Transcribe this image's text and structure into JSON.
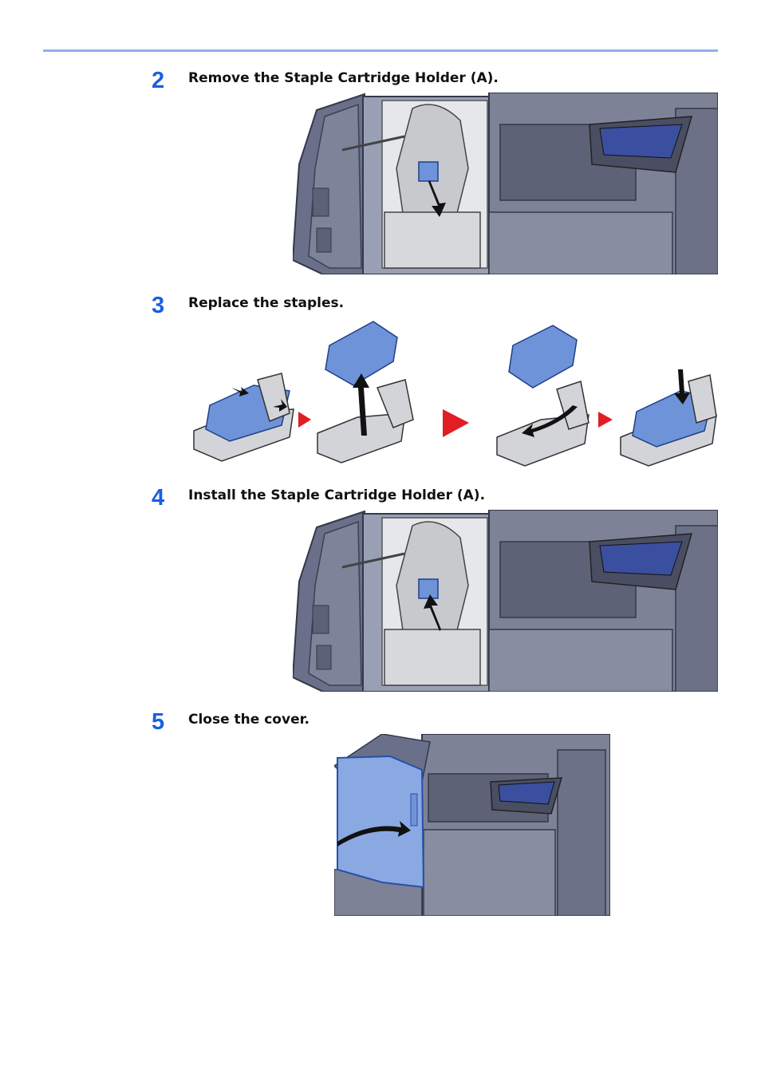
{
  "steps": [
    {
      "number": "2",
      "text": "Remove the Staple Cartridge Holder (A)."
    },
    {
      "number": "3",
      "text": "Replace the staples."
    },
    {
      "number": "4",
      "text": "Install the Staple Cartridge Holder (A)."
    },
    {
      "number": "5",
      "text": "Close the cover."
    }
  ],
  "colors": {
    "accent": "#1a5fe0",
    "rule": "#8fb0ea",
    "arrow_red": "#e01e24",
    "part_blue": "#6f93d8",
    "machine_gray": "#7d8296"
  }
}
